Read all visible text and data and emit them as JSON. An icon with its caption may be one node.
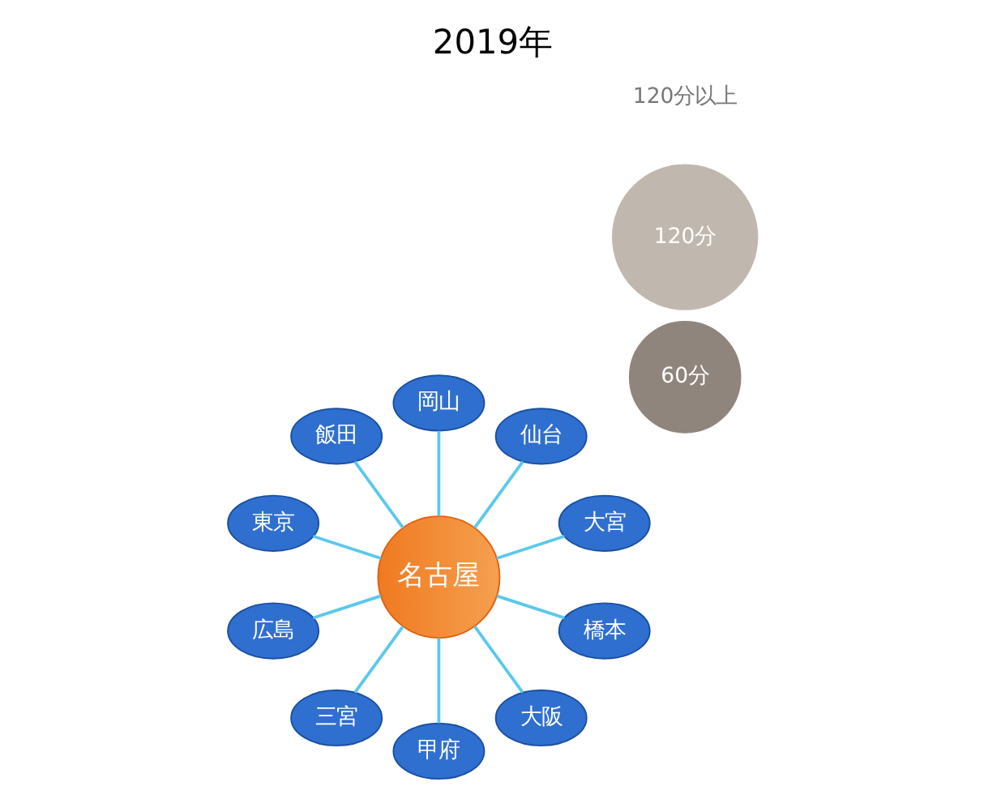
{
  "diagram": {
    "title": "2019年",
    "nodes": [
      {
        "text": [
          "120分"
        ]
      },
      {
        "text": [
          "60分"
        ]
      },
      {
        "text": [
          "大宮"
        ]
      },
      {
        "text": [
          "仙台"
        ]
      },
      {
        "text": [
          "岡山"
        ]
      },
      {
        "text": [
          "飯田"
        ]
      },
      {
        "text": [
          "東京"
        ]
      },
      {
        "text": [
          "広島"
        ]
      },
      {
        "text": [
          "名古屋"
        ]
      },
      {
        "text": [
          "三宮"
        ]
      },
      {
        "text": [
          "甲府"
        ]
      },
      {
        "text": [
          "大阪"
        ]
      },
      {
        "text": [
          "橋本"
        ]
      }
    ],
    "edges": [
      {
        "from": 8,
        "to": 2,
        "arrow": "none"
      },
      {
        "from": 8,
        "to": 3,
        "arrow": "none"
      },
      {
        "from": 8,
        "to": 4,
        "arrow": "none"
      },
      {
        "from": 8,
        "to": 5,
        "arrow": "none"
      },
      {
        "from": 8,
        "to": 6,
        "arrow": "none"
      },
      {
        "from": 8,
        "to": 7,
        "arrow": "none"
      },
      {
        "from": 8,
        "to": 9,
        "arrow": "none"
      },
      {
        "from": 8,
        "to": 10,
        "arrow": "none"
      },
      {
        "from": 8,
        "to": 11,
        "arrow": "none"
      },
      {
        "from": 8,
        "to": 12,
        "arrow": "none"
      }
    ],
    "labels": [
      "120分以上"
    ]
  }
}
